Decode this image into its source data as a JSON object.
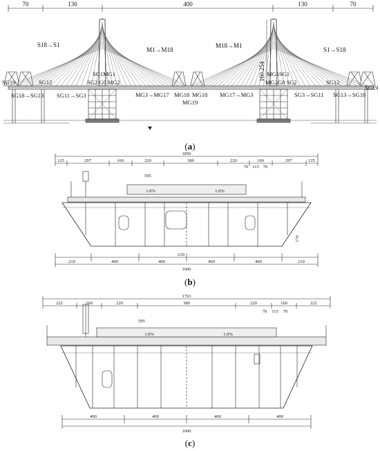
{
  "panel_a": {
    "spans": [
      "70",
      "130",
      "400",
      "130",
      "70"
    ],
    "height_label": "160.254",
    "left_tower": {
      "cables_back": "S18→S1",
      "cables_main": "M1→M18",
      "top_labels": "SG1MG1",
      "deck_labels": "SG2 G0 MG2"
    },
    "right_tower": {
      "cables_main": "M18→M1",
      "cables_back": "S1→S18",
      "top_labels": "MG1SG1",
      "deck_labels": "MG2G0 SG2"
    },
    "left_side": {
      "end": "SG19",
      "mid": "SG12",
      "bottom_a": "SG18→SG13",
      "bottom_b": "SG11→SG3"
    },
    "center": {
      "a": "MG3→MG17",
      "b": "MG18",
      "c": "MG18",
      "d": "MG19",
      "e": "MG17→MG3"
    },
    "right_side": {
      "end": "SG19",
      "mid": "SG12",
      "bottom_a": "SG3→SG11",
      "bottom_b": "SG13→SG18"
    },
    "caption": "a"
  },
  "panel_b": {
    "total": "1850",
    "top_dims": [
      "125",
      "297",
      "160",
      "220",
      "380",
      "220",
      "160",
      "297",
      "125"
    ],
    "small_dims": [
      "70",
      "115",
      "70"
    ],
    "inner_dim": "595",
    "slope_labels": [
      "1.0%",
      "1.0%"
    ],
    "side_dim": "170",
    "center_dim": "210",
    "bottom_dims": [
      "210",
      "400",
      "400",
      "400",
      "400",
      "210"
    ],
    "bottom_total": "1600",
    "caption": "b"
  },
  "panel_c": {
    "total": "1763",
    "top_dims": [
      "222",
      "160",
      "220",
      "380",
      "220",
      "160",
      "222"
    ],
    "small_dims": [
      "70",
      "115",
      "70"
    ],
    "inner_dim": "595",
    "slope_labels": [
      "1.0%",
      "1.0%"
    ],
    "bottom_dims": [
      "400",
      "400",
      "400",
      "400"
    ],
    "bottom_total": "1600",
    "caption": "c"
  }
}
